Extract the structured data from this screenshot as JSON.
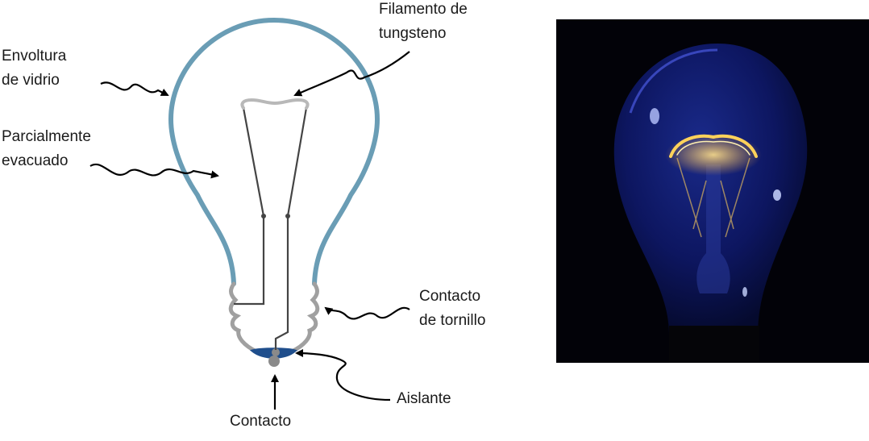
{
  "labels": {
    "glass_envelope": [
      "Envoltura",
      "de vidrio"
    ],
    "partial_vacuum": [
      "Parcialmente",
      "evacuado"
    ],
    "filament": [
      "Filamento de",
      "tungsteno"
    ],
    "screw_contact": [
      "Contacto",
      "de tornillo"
    ],
    "insulator": "Aislante",
    "contact": "Contacto"
  },
  "colors": {
    "glass": "#6a9db5",
    "screw": "#a0a0a0",
    "insulator": "#1f4e8c",
    "wire": "#444444",
    "photo_bg": "#020208",
    "filament_glow": "#ffd25a"
  }
}
